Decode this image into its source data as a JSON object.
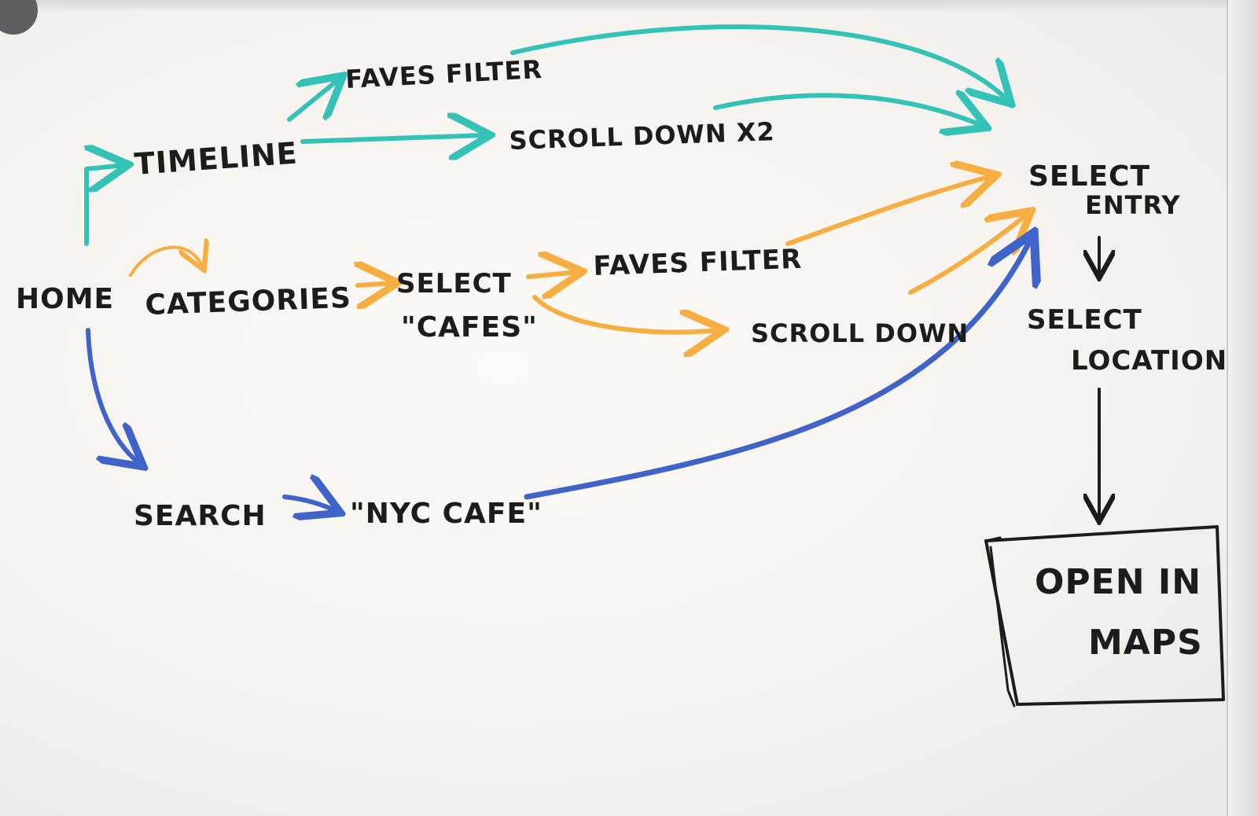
{
  "nodes": {
    "home": "HOME",
    "timeline": "TIMELINE",
    "faves_filter_top": "FAVES FILTER",
    "scroll_down_x2": "SCROLL DOWN X2",
    "categories": "CATEGORIES",
    "select_cafes_line1": "SELECT",
    "select_cafes_line2": "\"CAFES\"",
    "faves_filter_mid": "FAVES FILTER",
    "scroll_down": "SCROLL DOWN",
    "search": "SEARCH",
    "nyc_cafe": "\"NYC CAFE\"",
    "select_entry_line1": "SELECT",
    "select_entry_line2": "ENTRY",
    "select_location_line1": "SELECT",
    "select_location_line2": "LOCATION",
    "open_in_maps_line1": "OPEN IN",
    "open_in_maps_line2": "MAPS"
  },
  "colors": {
    "timeline_path": "#34c2b6",
    "categories_path": "#f6ae43",
    "search_path": "#3f63c8",
    "ink": "#1c1c1c"
  }
}
